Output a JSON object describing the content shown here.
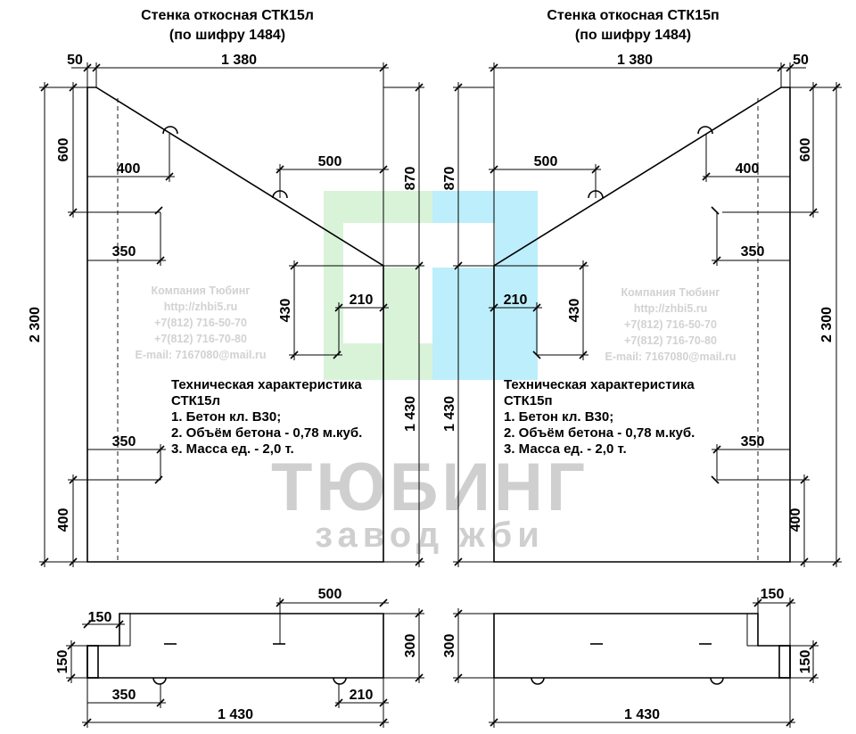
{
  "left_panel": {
    "title_line1": "Стенка откосная СТК15л",
    "title_line2": "(по шифру 1484)",
    "dims": {
      "top_50": "50",
      "top_1380": "1 380",
      "d600": "600",
      "d400": "400",
      "d500": "500",
      "d870": "870",
      "d350_upper": "350",
      "d430": "430",
      "d210": "210",
      "d2300": "2 300",
      "d1430": "1 430",
      "d350_lower": "350",
      "d400_bottom": "400"
    },
    "watermark_lines": [
      "Компания Тюбинг",
      "http://zhbi5.ru",
      "+7(812) 716-50-70",
      "+7(812) 716-70-80",
      "E-mail: 7167080@mail.ru"
    ],
    "spec_lines": [
      "Техническая характеристика",
      "СТК15л",
      "1. Бетон кл. В30;",
      "2. Объём бетона - 0,78 м.куб.",
      "3. Масса ед. - 2,0 т."
    ],
    "plan_dims": {
      "d500": "500",
      "d150_top": "150",
      "d150_side": "150",
      "d300": "300",
      "d350": "350",
      "d210": "210",
      "d1430": "1 430"
    }
  },
  "right_panel": {
    "title_line1": "Стенка откосная СТК15п",
    "title_line2": "(по шифру 1484)",
    "dims": {
      "top_1380": "1 380",
      "top_50": "50",
      "d500": "500",
      "d870": "870",
      "d400": "400",
      "d600": "600",
      "d350_upper": "350",
      "d210": "210",
      "d430": "430",
      "d2300": "2 300",
      "d1430": "1 430",
      "d350_lower": "350",
      "d400_bottom": "400"
    },
    "watermark_lines": [
      "Компания Тюбинг",
      "http://zhbi5.ru",
      "+7(812) 716-50-70",
      "+7(812) 716-70-80",
      "E-mail: 7167080@mail.ru"
    ],
    "spec_lines": [
      "Техническая характеристика",
      "СТК15п",
      "1. Бетон кл. В30;",
      "2. Объём бетона - 0,78 м.куб.",
      "3. Масса ед. - 2,0 т."
    ],
    "plan_dims": {
      "d150_top": "150",
      "d300": "300",
      "d150_side": "150",
      "d1430": "1 430"
    }
  },
  "watermark": {
    "brand": "ТЮБИНГ",
    "tagline": "завод жби",
    "logo_colors": [
      "#d9f3d9",
      "#bdeefb"
    ]
  }
}
